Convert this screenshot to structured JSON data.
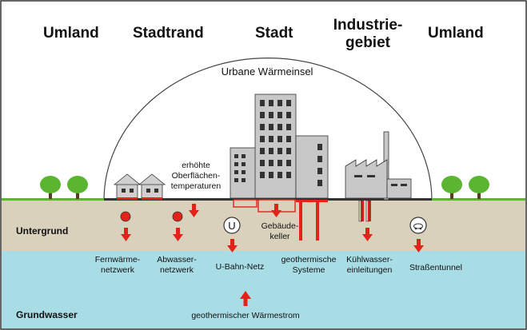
{
  "regions": {
    "umland_left": "Umland",
    "stadtrand": "Stadtrand",
    "stadt": "Stadt",
    "industrie_line1": "Industrie-",
    "industrie_line2": "gebiet",
    "umland_right": "Umland"
  },
  "dome_title": "Urbane Wärmeinsel",
  "surface_temp": {
    "line1": "erhöhte",
    "line2": "Oberflächen-",
    "line3": "temperaturen"
  },
  "layers": {
    "untergrund": "Untergrund",
    "grundwasser": "Grundwasser"
  },
  "labels": {
    "fernwaerme_1": "Fernwärme-",
    "fernwaerme_2": "netzwerk",
    "abwasser_1": "Abwasser-",
    "abwasser_2": "netzwerk",
    "ubahn": "U-Bahn-Netz",
    "ubahn_symbol": "U",
    "keller_1": "Gebäude-",
    "keller_2": "keller",
    "geo_1": "geothermische",
    "geo_2": "Systeme",
    "kuehl_1": "Kühlwasser-",
    "kuehl_2": "einleitungen",
    "tunnel": "Straßentunnel",
    "waermestrom": "geothermischer Wärmestrom"
  },
  "colors": {
    "arrow": "#e2231a",
    "ground": "#d9d1bc",
    "water": "#a8dde6",
    "building": "#c8c8c8",
    "tree": "#5cb531",
    "grass": "#5cb531"
  }
}
